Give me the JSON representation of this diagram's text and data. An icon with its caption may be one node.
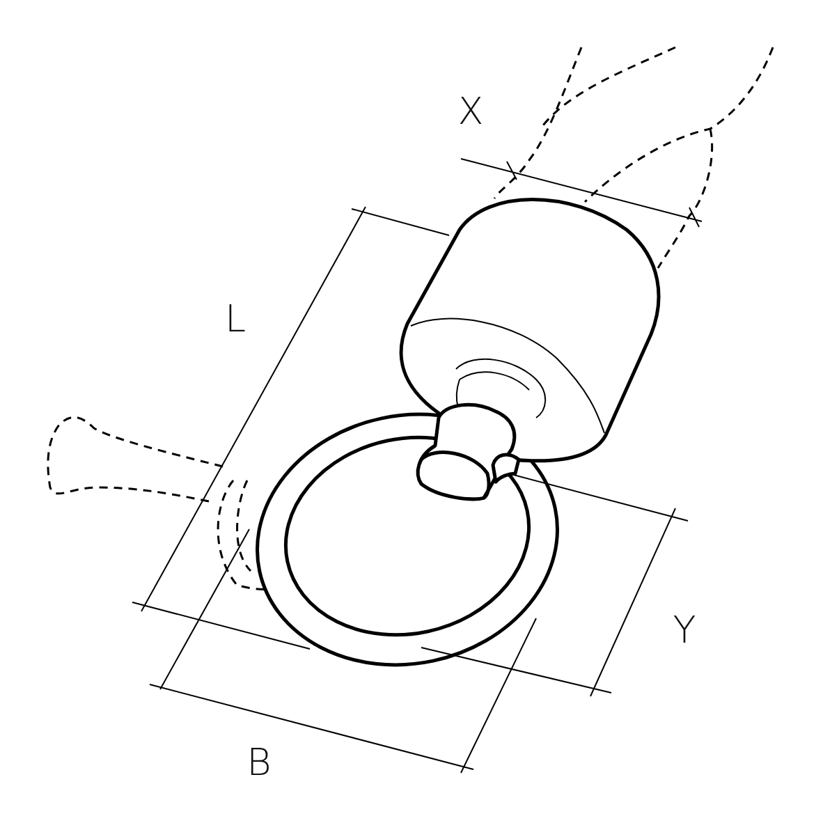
{
  "diagram": {
    "labels": [
      "X",
      "L",
      "Y",
      "B"
    ]
  }
}
